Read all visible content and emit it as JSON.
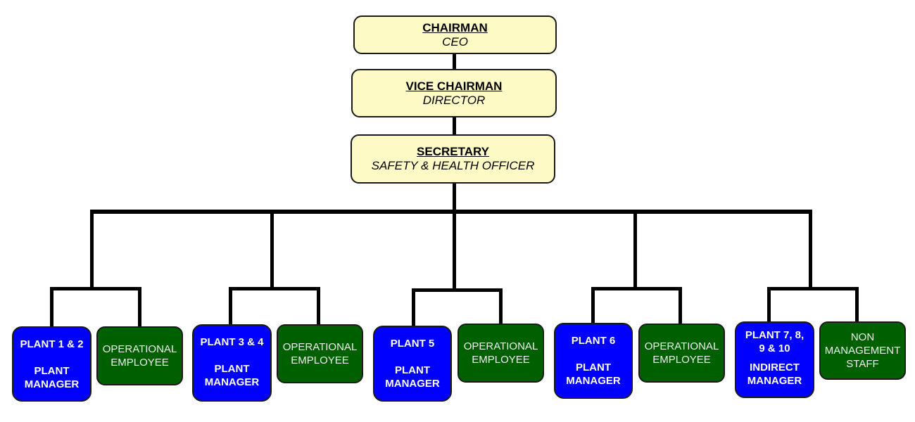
{
  "colors": {
    "executive_fill": "#fdfac6",
    "manager_fill": "#0000ff",
    "employee_fill": "#006000",
    "connector": "#000000"
  },
  "executives": [
    {
      "title": "CHAIRMAN",
      "role": "CEO"
    },
    {
      "title": "VICE CHAIRMAN",
      "role": "DIRECTOR"
    },
    {
      "title": "SECRETARY",
      "role": "SAFETY & HEALTH OFFICER"
    }
  ],
  "branches": [
    {
      "manager": {
        "line1": "PLANT 1 & 2",
        "line2": "PLANT",
        "line3": "MANAGER"
      },
      "staff": {
        "line1": "OPERATIONAL",
        "line2": "EMPLOYEE"
      }
    },
    {
      "manager": {
        "line1": "PLANT 3 & 4",
        "line2": "PLANT",
        "line3": "MANAGER"
      },
      "staff": {
        "line1": "OPERATIONAL",
        "line2": "EMPLOYEE"
      }
    },
    {
      "manager": {
        "line1": "PLANT 5",
        "line2": "PLANT",
        "line3": "MANAGER"
      },
      "staff": {
        "line1": "OPERATIONAL",
        "line2": "EMPLOYEE"
      }
    },
    {
      "manager": {
        "line1": "PLANT 6",
        "line2": "PLANT",
        "line3": "MANAGER"
      },
      "staff": {
        "line1": "OPERATIONAL",
        "line2": "EMPLOYEE"
      }
    },
    {
      "manager": {
        "line1": "PLANT 7, 8,",
        "line1b": "9 & 10",
        "line2": "INDIRECT",
        "line3": "MANAGER"
      },
      "staff": {
        "line1": "NON",
        "line2": "MANAGEMENT",
        "line3": "STAFF"
      }
    }
  ]
}
